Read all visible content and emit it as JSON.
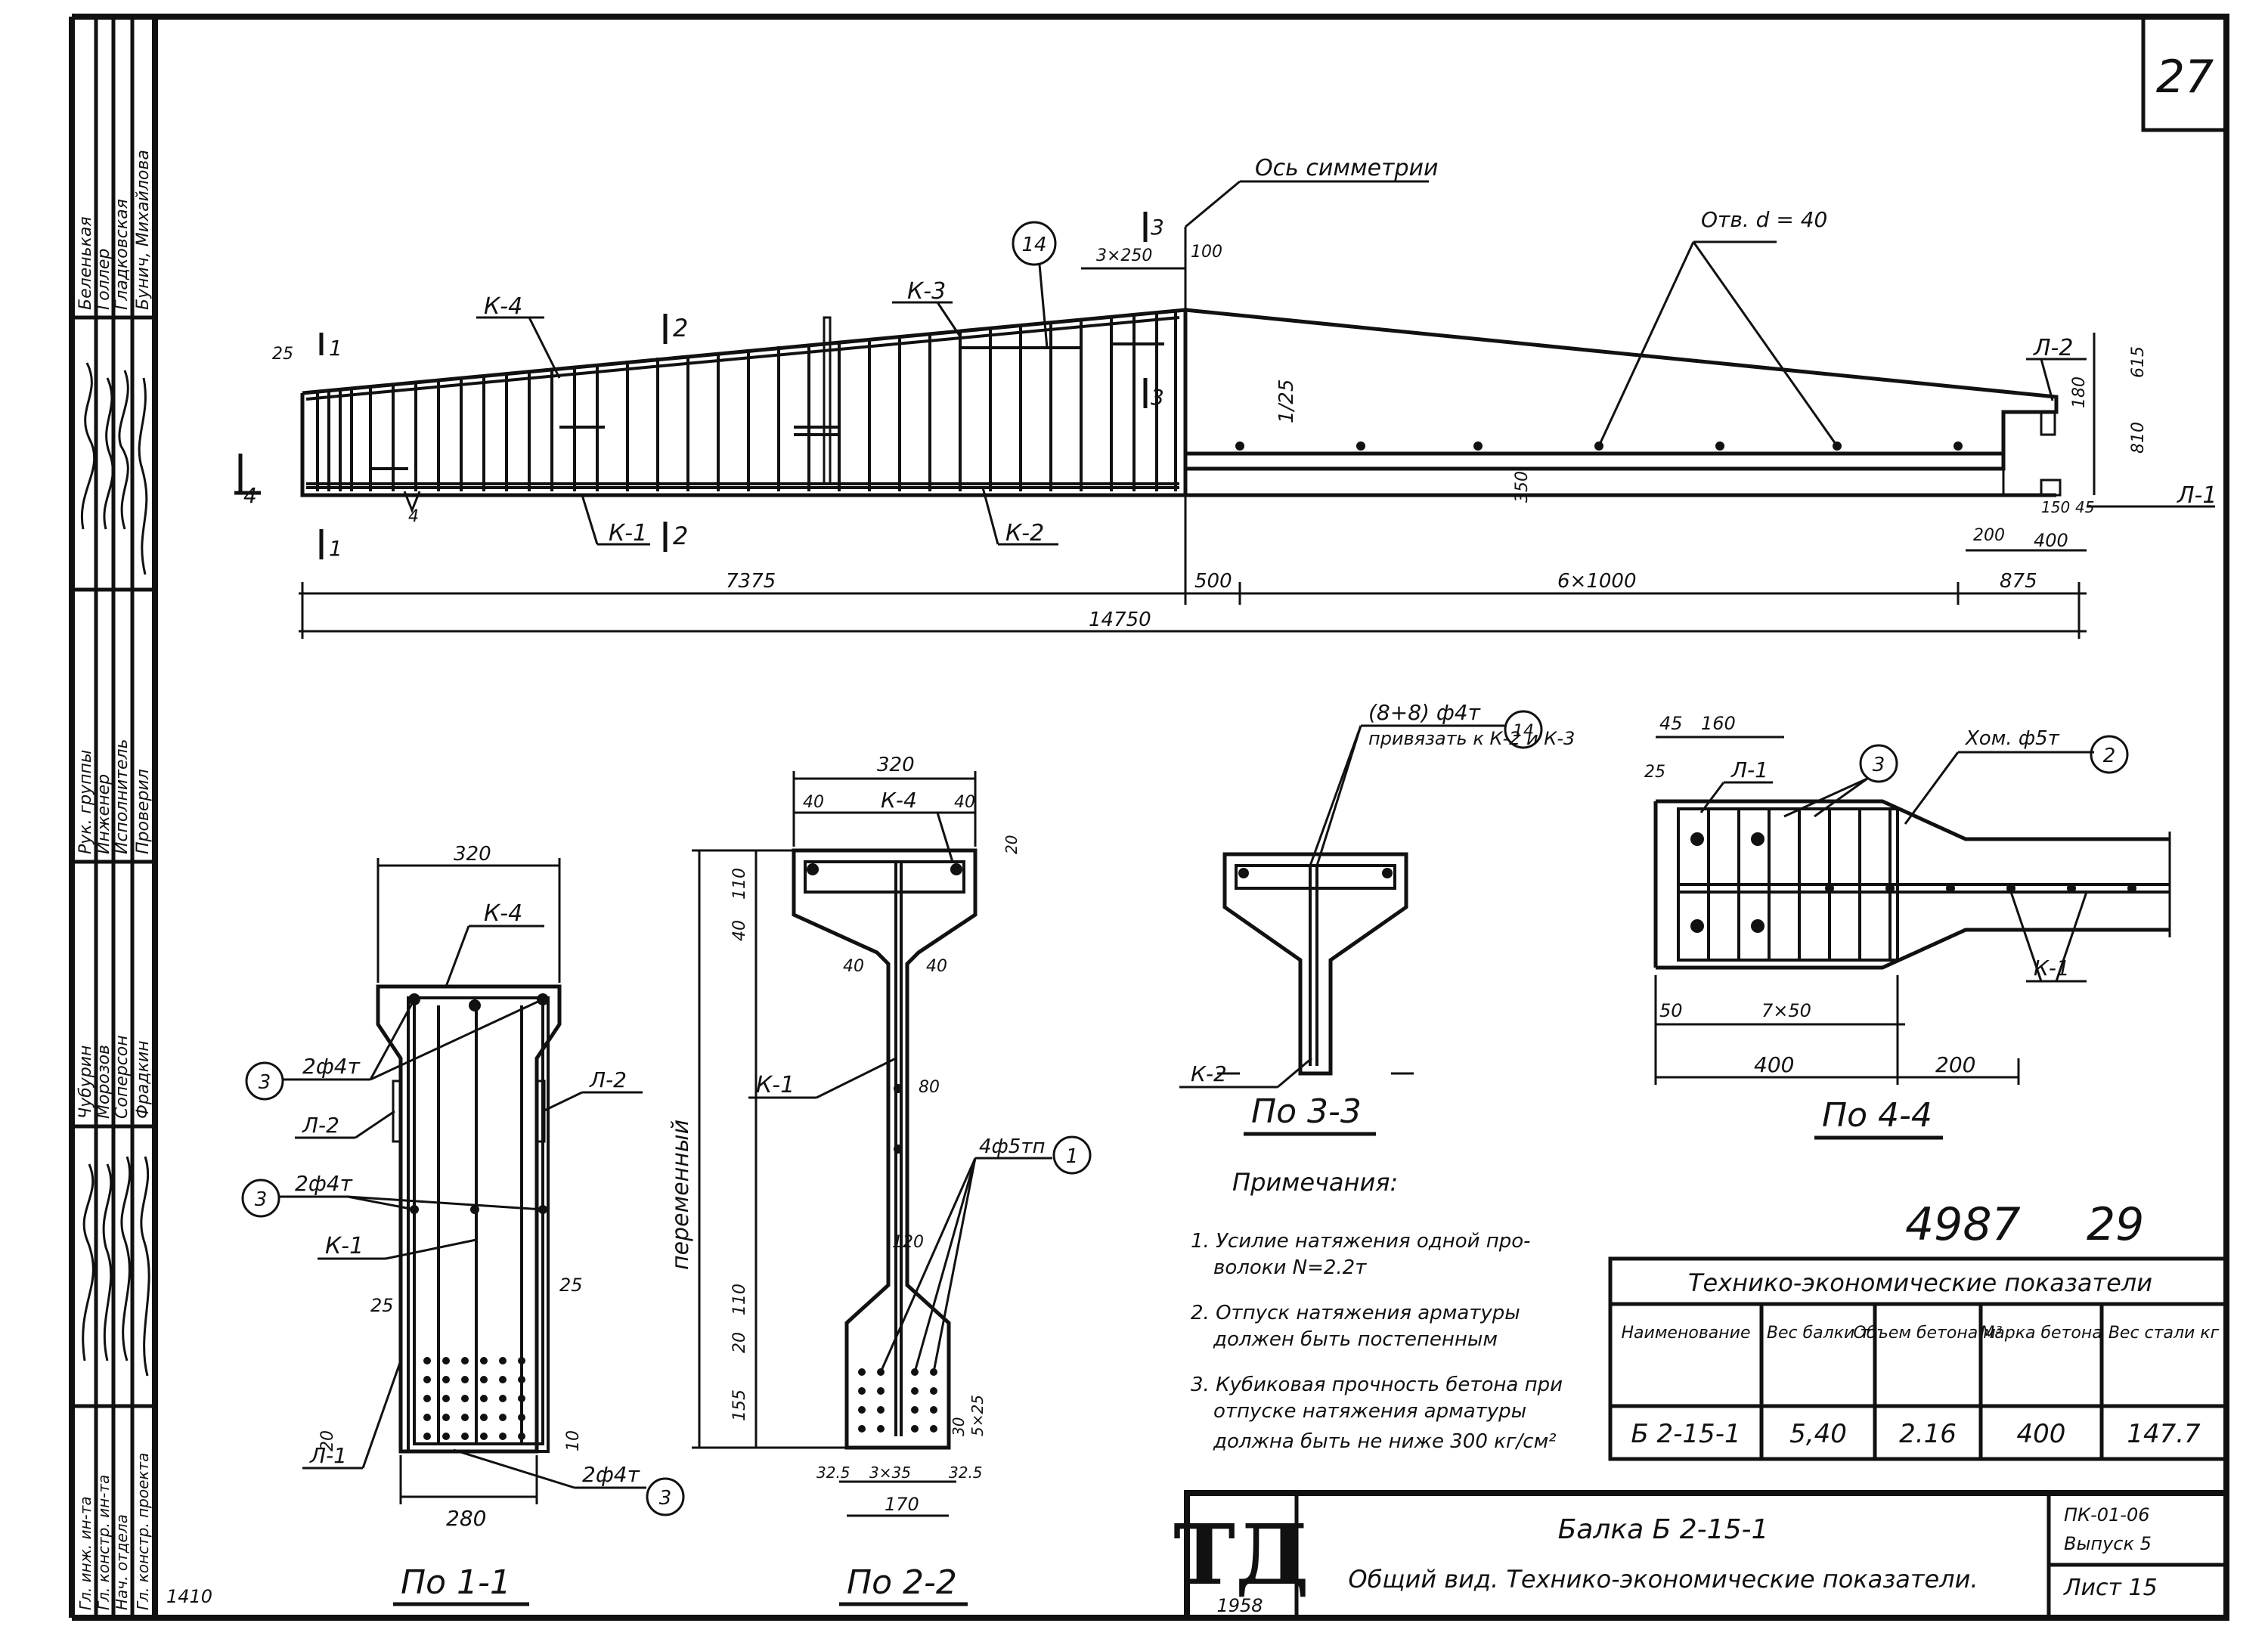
{
  "sheet": {
    "page_number": "27",
    "stamp_numbers": [
      "4987",
      "29"
    ],
    "corner_note": "1410"
  },
  "stamp": {
    "left_columns": {
      "roles": [
        "Гл. инж. ин-та",
        "Гл. констр. ин-та",
        "Нач. отдела",
        "Гл. констр. проекта"
      ],
      "names": [
        "Чубурин",
        "Морозов",
        "Соперсон",
        "Фрадкин"
      ]
    },
    "right_columns": {
      "roles": [
        "Рук. группы",
        "Инженер",
        "Исполнитель",
        "Проверил"
      ],
      "names": [
        "Беленькая",
        "Голлер",
        "Гладковская",
        "Бунич, Михайлова"
      ]
    }
  },
  "elevation": {
    "axis_symmetry_label": "Ось симметрии",
    "hole_label": "Отв. d = 40",
    "bar_labels": [
      "К-4",
      "К-3",
      "К-1",
      "К-2",
      "Л-1",
      "Л-2"
    ],
    "section_marks": [
      "1",
      "2",
      "3",
      "4"
    ],
    "callout_14": "14",
    "dims": {
      "d25": "25",
      "d3x250": "3×250",
      "d100": "100",
      "slope": "1/25",
      "d350": "350",
      "d615": "615",
      "d180": "180",
      "d810": "810",
      "d150": "150",
      "d45": "45",
      "d200": "200",
      "d400": "400",
      "d875": "875",
      "d7375": "7375",
      "d500": "500",
      "d6x1000": "6×1000",
      "d14750": "14750"
    }
  },
  "section_1": {
    "title": "По 1-1",
    "dims": {
      "top": "320",
      "bottom": "280",
      "d25a": "25",
      "d25b": "25",
      "d20": "20",
      "d10": "10"
    },
    "labels": {
      "k4": "К-4",
      "l2a": "Л-2",
      "l2b": "Л-2",
      "k1": "К-1",
      "l1": "Л-1",
      "rebar_a": "2ф4т",
      "rebar_b": "2ф4т",
      "rebar_c": "2ф4т",
      "c3": "3"
    }
  },
  "section_2": {
    "title": "По 2-2",
    "side_label": "переменный",
    "dims": {
      "top": "320",
      "d40a": "40",
      "d40b": "40",
      "d20": "20",
      "d110": "110",
      "d40": "40",
      "d40c": "40",
      "d40d": "40",
      "d80": "80",
      "d120": "120",
      "d110b": "110",
      "d20b": "20",
      "d155": "155",
      "d30": "30",
      "d5x25": "5×25",
      "d325a": "32.5",
      "d3x35": "3×35",
      "d325b": "32.5",
      "bottom": "170"
    },
    "labels": {
      "k4": "К-4",
      "k1": "К-1",
      "rebar": "4ф5тп",
      "c1": "1"
    }
  },
  "section_3": {
    "title": "По 3-3",
    "labels": {
      "rebar": "(8+8) ф4т",
      "tie": "привязать к К-2 и К-3",
      "c14": "14",
      "k2": "К-2"
    }
  },
  "section_4": {
    "title": "По 4-4",
    "dims": {
      "d45": "45",
      "d160": "160",
      "d25": "25",
      "d50": "50",
      "d7x50": "7×50",
      "d400": "400",
      "d200": "200"
    },
    "labels": {
      "l1": "Л-1",
      "c3": "3",
      "stirrup": "Хом. ф5т",
      "c2": "2",
      "k1": "К-1"
    }
  },
  "notes": {
    "heading": "Примечания:",
    "items": [
      "1. Усилие натяжения одной про-",
      "волоки N=2.2т",
      "2. Отпуск натяжения арматуры",
      "должен быть постепенным",
      "3. Кубиковая прочность бетона при",
      "отпуске натяжения арматуры",
      "должна быть не ниже 300 кг/см²"
    ]
  },
  "tep_table": {
    "caption": "Технико-экономические показатели",
    "headers": [
      "Наименование",
      "Вес балки т",
      "Объем бетона м³",
      "Марка бетона",
      "Вес стали кг"
    ],
    "row": [
      "Б 2-15-1",
      "5,40",
      "2.16",
      "400",
      "147.7"
    ]
  },
  "title_block": {
    "logo": "ТД",
    "year": "1958",
    "name_line1": "Балка Б 2-15-1",
    "name_line2": "Общий вид. Технико-экономические показатели.",
    "series": "ПК-01-06",
    "issue": "Выпуск 5",
    "sheet": "Лист 15"
  }
}
